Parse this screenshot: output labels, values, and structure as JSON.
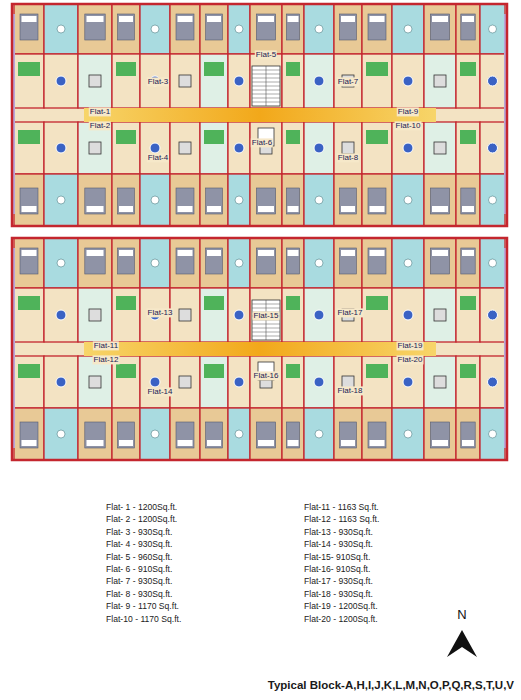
{
  "diagram": {
    "caption": "Typical Block-A,H,I,J,K,L,M,N,O,P,Q,R,S,T,U,V",
    "labels": [
      "Flat-1",
      "Flat-2",
      "Flat-3",
      "Flat-4",
      "Flat-5",
      "Flat-6",
      "Flat-7",
      "Flat-8",
      "Flat-9",
      "Flat-10",
      "Flat-11",
      "Flat-12",
      "Flat-13",
      "Flat-14",
      "Flat-15",
      "Flat-16",
      "Flat-17",
      "Flat-18",
      "Flat-19",
      "Flat-20",
      "Flat- 1 - 1200Sq.ft.",
      "Flat-11 - 1163 Sq.ft.",
      "Flat- 2 - 1200Sq.ft.",
      "Flat-12 - 1163 Sq.ft.",
      "Flat- 3 - 930Sq.ft.",
      "Flat-13 - 930Sq.ft.",
      "Flat- 4 - 930Sq.ft.",
      "Flat-14 - 930Sq.ft.",
      "Flat- 5 - 960Sq.ft.",
      "Flat-15- 910Sq.ft.",
      "Flat- 6 - 910Sq.ft.",
      "Flat-16- 910Sq.ft.",
      "Flat- 7 - 930Sq.ft.",
      "Flat-17 - 930Sq.ft.",
      "Flat- 8 - 930Sq.ft.",
      "Flat-18 - 930Sq.ft.",
      "Flat- 9 - 1170 Sq.ft.",
      "Flat-19 - 1200Sq.ft.",
      "Flat-10 - 1170 Sq.ft.",
      "Flat-20 - 1200Sq.ft.",
      "N"
    ]
  }
}
